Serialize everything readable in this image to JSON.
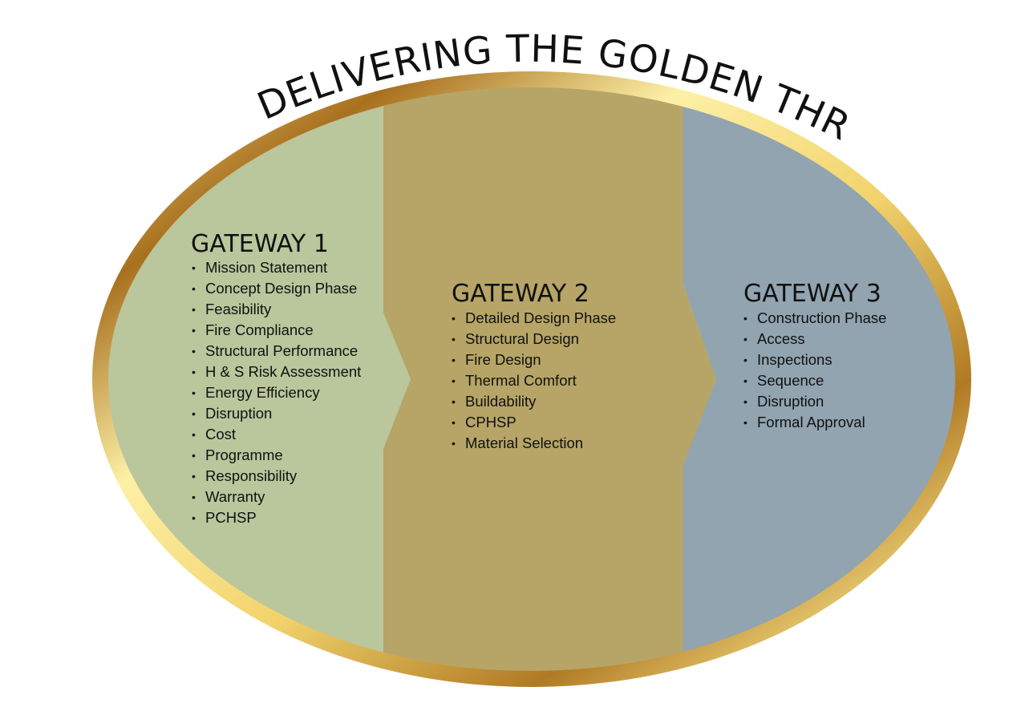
{
  "title": "DELIVERING THE GOLDEN THREAD",
  "colors": {
    "gateway_1_fill": "#bac69c",
    "gateway_2_fill": "#b6a566",
    "gateway_3_fill": "#91a4b0",
    "ring_gold_light": "#fbe690",
    "ring_gold_dark": "#a8701e",
    "text": "#111111"
  },
  "gateways": [
    {
      "heading": "GATEWAY 1",
      "items": [
        "Mission Statement",
        "Concept Design Phase",
        "Feasibility",
        "Fire Compliance",
        "Structural Performance",
        "H & S Risk Assessment",
        "Energy Efficiency",
        "Disruption",
        "Cost",
        "Programme",
        "Responsibility",
        "Warranty",
        "PCHSP"
      ]
    },
    {
      "heading": "GATEWAY 2",
      "items": [
        "Detailed Design Phase",
        "Structural Design",
        "Fire Design",
        "Thermal Comfort",
        "Buildability",
        "CPHSP",
        "Material Selection"
      ]
    },
    {
      "heading": "GATEWAY 3",
      "items": [
        "Construction Phase",
        "Access",
        "Inspections",
        "Sequence",
        "Disruption",
        "Formal Approval"
      ]
    }
  ]
}
